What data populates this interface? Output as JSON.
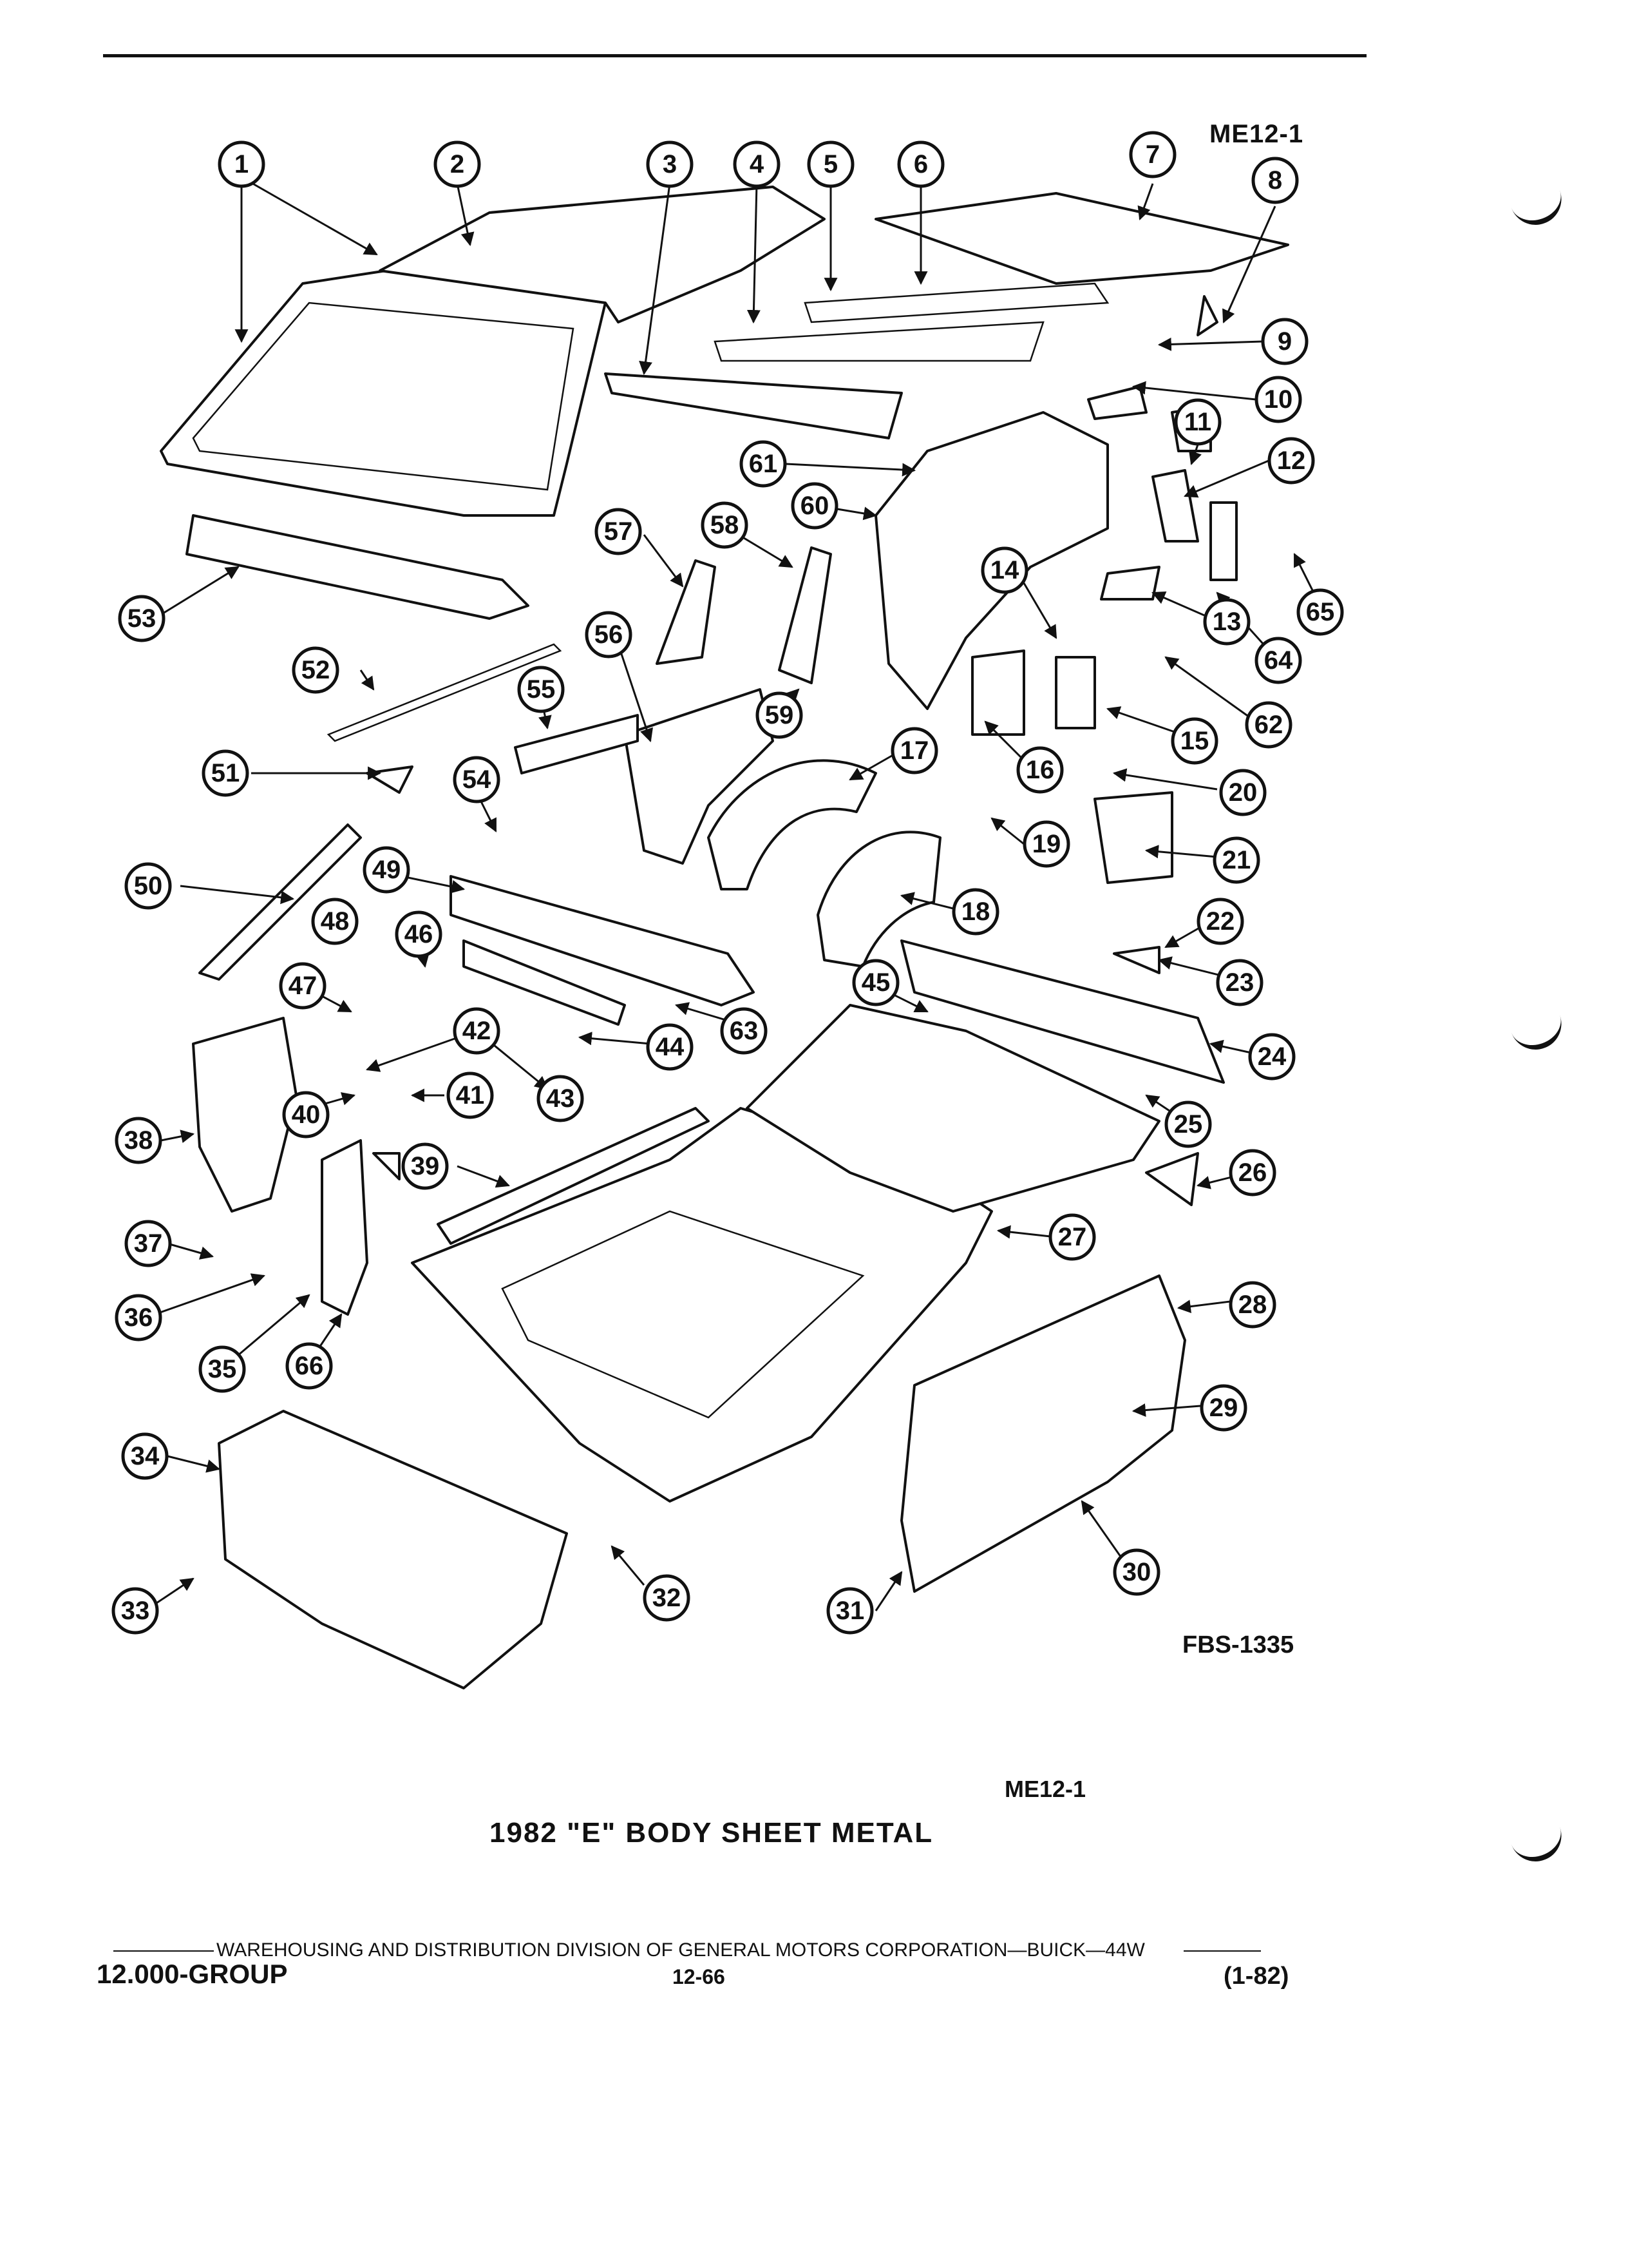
{
  "header": {
    "figure_code": "ME12-1"
  },
  "diagram": {
    "callouts": [
      "1",
      "2",
      "3",
      "4",
      "5",
      "6",
      "7",
      "8",
      "9",
      "10",
      "11",
      "12",
      "13",
      "14",
      "15",
      "16",
      "17",
      "18",
      "19",
      "20",
      "21",
      "22",
      "23",
      "24",
      "25",
      "26",
      "27",
      "28",
      "29",
      "30",
      "31",
      "32",
      "33",
      "34",
      "35",
      "36",
      "37",
      "38",
      "39",
      "40",
      "41",
      "42",
      "43",
      "44",
      "45",
      "46",
      "47",
      "48",
      "49",
      "50",
      "51",
      "52",
      "53",
      "54",
      "55",
      "56",
      "57",
      "58",
      "59",
      "60",
      "61",
      "62",
      "63",
      "64",
      "65",
      "66"
    ],
    "figure_id": "FBS-1335"
  },
  "caption": {
    "figure_code": "ME12-1",
    "title": "1982 \"E\" BODY SHEET METAL"
  },
  "footer": {
    "publisher": "WAREHOUSING AND DISTRIBUTION  DIVISION OF GENERAL MOTORS CORPORATION—BUICK—44W",
    "group": "12.000-GROUP",
    "page": "12-66",
    "date": "(1-82)"
  }
}
